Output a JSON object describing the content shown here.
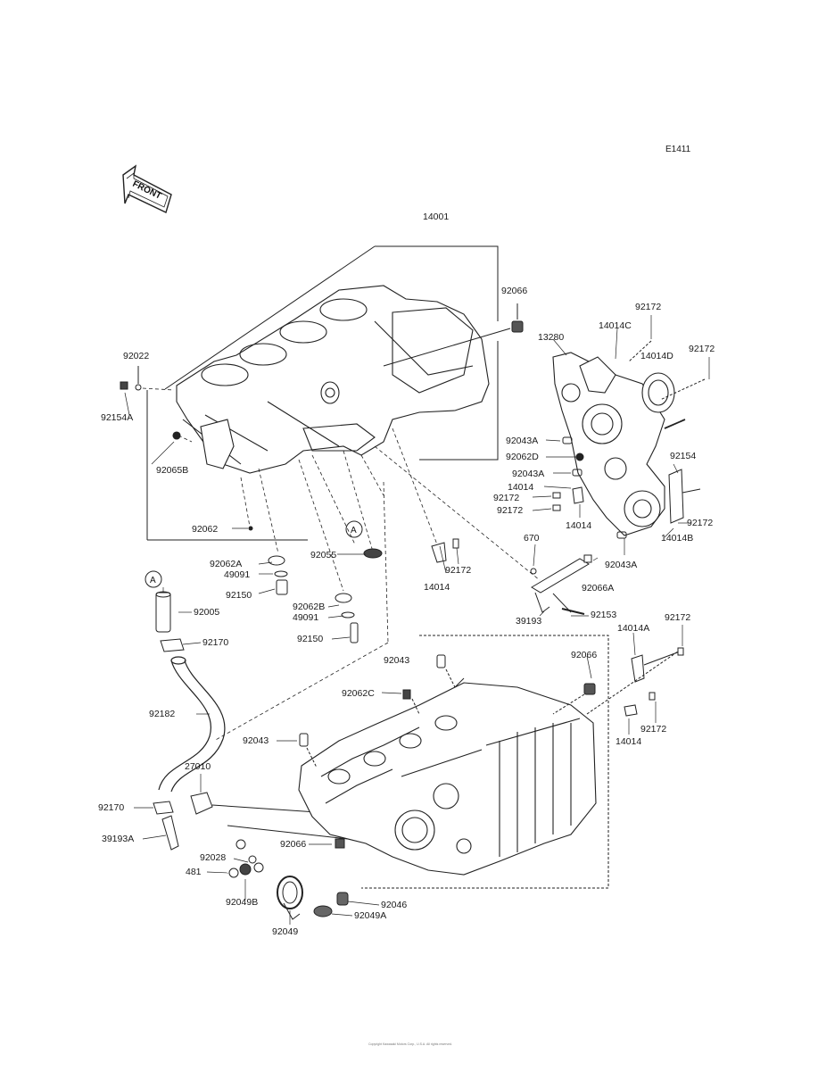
{
  "diagram_code": "E1411",
  "front_arrow_label": "FRONT",
  "labels": {
    "l14001": "14001",
    "l92066_top": "92066",
    "l92022": "92022",
    "l92154A": "92154A",
    "l92065B": "92065B",
    "l92062": "92062",
    "l92062A": "92062A",
    "l49091_a": "49091",
    "l92150_a": "92150",
    "l92055": "92055",
    "l92062B": "92062B",
    "l49091_b": "49091",
    "l92150_b": "92150",
    "l92005": "92005",
    "l92170_a": "92170",
    "l92182": "92182",
    "l92170_b": "92170",
    "l39193A": "39193A",
    "l27010": "27010",
    "l92028": "92028",
    "l481": "481",
    "l92049B": "92049B",
    "l92049": "92049",
    "l92066_mid": "92066",
    "l92046": "92046",
    "l92049A": "92049A",
    "l92043_a": "92043",
    "l92043_b": "92043",
    "l92062C": "92062C",
    "l92066_low": "92066",
    "l14014_center": "14014",
    "l92172_center": "92172",
    "l670": "670",
    "l92066A": "92066A",
    "l39193": "39193",
    "l92153": "92153",
    "l13280": "13280",
    "l14014C": "14014C",
    "l92172_top1": "92172",
    "l14014D": "14014D",
    "l92172_top2": "92172",
    "l92043A_1": "92043A",
    "l92062D": "92062D",
    "l92043A_2": "92043A",
    "l14014_r1": "14014",
    "l92172_r1": "92172",
    "l92172_r2": "92172",
    "l14014_r2": "14014",
    "l92154": "92154",
    "l92172_r3": "92172",
    "l14014B": "14014B",
    "l92043A_3": "92043A",
    "l14014A": "14014A",
    "l92172_r4": "92172",
    "l92172_r5": "92172",
    "l14014_r3": "14014",
    "circleA_1": "A",
    "circleA_2": "A"
  },
  "copyright": "Copyright Kawasaki Motors Corp., U.S.A. All rights reserved."
}
